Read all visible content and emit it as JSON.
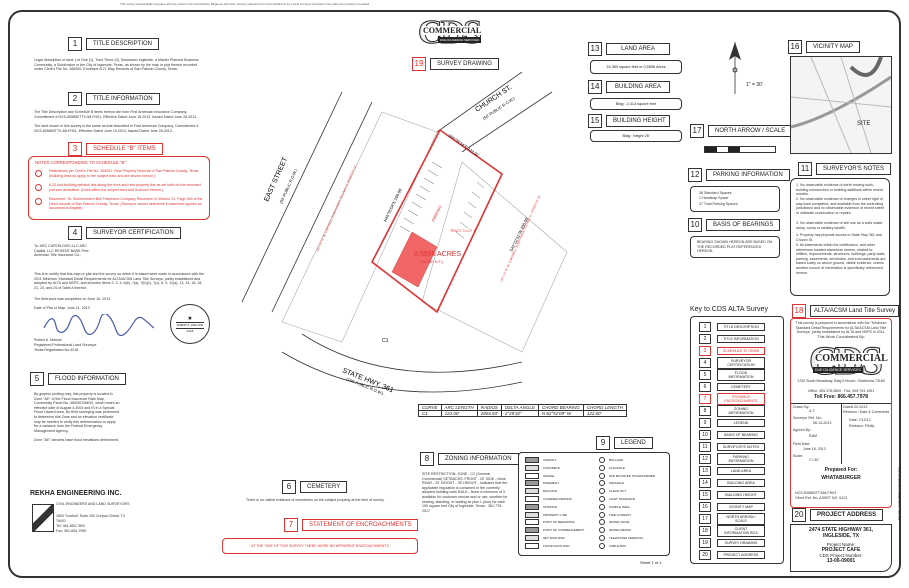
{
  "top_notice": "This survey substantially complies with the current Commercial Due Diligence Services. Survey obtained from and certified to by a land surveyor licensed in the state the property is located.",
  "logo": {
    "letters": "CDS",
    "name": "COMMERCIAL",
    "sub": "DUE DILIGENCE SERVICES"
  },
  "sections": {
    "s1": {
      "num": "1",
      "title": "TITLE DESCRIPTION",
      "text": "Legal description of land: Lot One (1), Tract Three (3), Downtown Ingleside, a Master Planned Business Community, a Subdivision in the City of Ingleside, Texas, as shown by the map or plat thereof recorded under Clerk's File No. 365052, Envelope A-71 Map Records of San Patricio County, Texas."
    },
    "s2": {
      "num": "2",
      "title": "TITLE INFORMATION",
      "text1": "The Title Description and Schedule B items hereon are from First American Insurance Company, Commitment # NCS-605850TTX-68-FH01, Effective Dated June 15,2013, Issued Dated June 26,2013.",
      "text2": "The land shown in this survey is the same as that described in First American Company, Commitment # NCS-605850TTX-68-FH01, Effective Dated June 15,2013, Issued Dated June 26,2013."
    },
    "s3": {
      "num": "3",
      "title": "SCHEDULE \"B\" ITEMS",
      "heading": "NOTES CORRESPONDING TO SCHEDULE \"B\":",
      "items": [
        "Restrictions per Clerk's File No. 365051, Real Property Records of San Patricio County, Texas (Building lines do apply to the subject tract and are shown hereon.)",
        "A 20 foot building setback line along the front and rear property line as set forth on the recorded plat and dedication. (Does affect the subject tract and is shown hereon.)",
        "Easement: To: Southwestern Bell Telephone Company Recorded: in Volume 21, Page 326 of the Deed records of San Patricio County, Texas. (Surveyor cannot determine if easement applies as document is illegible)"
      ]
    },
    "s4": {
      "num": "4",
      "title": "SURVEYOR CERTIFICATION",
      "to": "To: ARC CAFEHLD001,LLC ARC Capital, LLC REGENT BANK First American Title Insurance Co.;",
      "cert": "This is to certify that this map or plat and the survey on which it is based were made in accordance with the 2011 Minimum Standard Detail Requirements for ALTA/ACSM Land Title Surveys, jointly established and adopted by ALTA and NSPS, and includes Items 2, 3, 4, 6(b), 7(a), 7(b)(1), 7(c), 8, 9, 11(a), 13, 14, 16, 18, 21, 23, and 24 of Table A thereof.",
      "field": "The field work was completed on June 16, 2013.",
      "date": "Date of Plat or Map: June 21, 2013",
      "name": "Robert A. Malone",
      "reg": "Registered Professional Land Surveyor",
      "reg_no": "Texas Registration No.4218",
      "seal_name": "ROBERT A. MARLONE",
      "seal_no": "4218"
    },
    "s5": {
      "num": "5",
      "title": "FLOOD INFORMATION",
      "text": "By graphic plotting only, this property is located in Zone \"AE\" of the Flood Insurance Rate Map, Community Panel No. 48409C0540G, which bears an effective date of August 4,2004 and IS in a Special Flood Hazard area. No field surveying was performed to determine this Zone and an elevation certificate may be needed to verify this determination or apply for a variance from the Federal Emergency Management Agency.",
      "note": "Zone \"AE\" denotes base flood elevations determined."
    },
    "s6": {
      "num": "6",
      "title": "CEMETERY",
      "text": "There is no visible evidence of cemeteries on the subject property at the time of survey."
    },
    "s7": {
      "num": "7",
      "title": "STATEMENT OF ENCROACHMENTS",
      "text": "AT THE TIME OF THIS SURVEY THERE WERE NO APPARENT ENCROACHMENTS"
    },
    "s8": {
      "num": "8",
      "title": "ZONING INFORMATION",
      "text": "SITE RESTRICTION: ZONE - C2 (General Commercial)  SETBACKS: FRONT - 20'  SIDE - None  REAR - 20'  HEIGHT - 35'  HEIGHT - indicates that the applicable regulation is contained in the currently adopted building code  BULK - None  A minimum of 3 available for customer service and or use, whether for seating, standing, or waiting as plus 1 (one) for each 100 square feet  City of Ingleside, Texas - 361-776-2517"
    },
    "s9": {
      "num": "9",
      "title": "LEGEND"
    },
    "s10": {
      "num": "10",
      "title": "BASIS OF BEARINGS",
      "text": "BEARING SHOWN HEREON ARE BASED ON THE RECORDED PLAT REFERENCED HEREON."
    },
    "s11": {
      "num": "11",
      "title": "SURVEYOR'S NOTES",
      "notes": [
        "1. No observable evidence of earth moving work, building construction or building additions within recent months.",
        "2. No observable evidence of changes in street right of way lines completed, and available from the controlling jurisdiction and no observable evidence of recent street or sidewalk construction or repairs.",
        "3. No observable evidence of site use as a solid waste dump, sump or sanitary landfill.",
        "4. Property has physical access to State Hwy 361 and Church St.",
        "5. All statements within the certification, and other references located elsewhere hereon, related to: utilities, improvements, structures, buildings, party walls, parking, easements, servitudes, and encroachments are based solely on above ground, visible evidence, unless another source of information is specifically referenced hereon."
      ]
    },
    "s12": {
      "num": "12",
      "title": "PARKING INFORMATION",
      "text1": "36 Standard Spaces",
      "text2": "1 Handicap Space",
      "text3": "37 Total Parking Spaces"
    },
    "s13": {
      "num": "13",
      "title": "LAND AREA",
      "text": "24,380 square feet or 0.5596 Acres"
    },
    "s14": {
      "num": "14",
      "title": "BUILDING AREA",
      "text": "Bldg : 2,413 square feet"
    },
    "s15": {
      "num": "15",
      "title": "BUILDING HEIGHT",
      "text": "Bldg : height 26'"
    },
    "s16": {
      "num": "16",
      "title": "VICINITY MAP",
      "site": "SITE"
    },
    "s17": {
      "num": "17",
      "title": "NORTH ARROW / SCALE",
      "scale": "1\" = 30'"
    },
    "s18": {
      "num": "18",
      "title": "ALTA/ACSM Land Title Survey",
      "intro": "This survey is prepared in accordance with the \"Minimum Standard Detail Requirements for ALTA/ACSM Land Title Surveys\" jointly established by ALTA and NSPS in 2011.",
      "coordinated": "This Work Coordinated By:",
      "address": "1700 South Broadway, Bldg 5 Moore, Oklahoma 73160",
      "phone": "Office: 405.378.0800 · Fax: 405.793.1951",
      "toll": "Toll Free: 866.457.7978"
    },
    "s19": {
      "num": "19",
      "title": "SURVEY DRAWING"
    },
    "s20": {
      "num": "20",
      "title": "PROJECT ADDRESS",
      "address1": "2474 STATE HIGHWAY 361,",
      "address2": "INGLESIDE, TX",
      "proj_name_lbl": "Project Name:",
      "proj_name": "PROJECT CAFE",
      "proj_no_lbl": "CDS Project Number:",
      "proj_no": "13-06-09001"
    }
  },
  "key": {
    "title": "Key to CDS ALTA Survey",
    "items": [
      {
        "n": "1",
        "l": "TITLE DESCRIPTION",
        "red": false
      },
      {
        "n": "2",
        "l": "TITLE INFORMATION",
        "red": false
      },
      {
        "n": "3",
        "l": "SCHEDULE 'B' ITEMS",
        "red": true
      },
      {
        "n": "4",
        "l": "SURVEYOR CERTIFICATION",
        "red": false
      },
      {
        "n": "5",
        "l": "FLOOD INFORMATION",
        "red": false
      },
      {
        "n": "6",
        "l": "CEMETERY",
        "red": false
      },
      {
        "n": "7",
        "l": "POSSIBLE ENCROACHMENTS",
        "red": true
      },
      {
        "n": "8",
        "l": "ZONING INFORMATION",
        "red": false
      },
      {
        "n": "9",
        "l": "LEGEND",
        "red": false
      },
      {
        "n": "10",
        "l": "BASIS OF BEARING",
        "red": false
      },
      {
        "n": "11",
        "l": "SURVEYOR'S NOTES",
        "red": false
      },
      {
        "n": "12",
        "l": "PARKING INFORMATION",
        "red": false
      },
      {
        "n": "13",
        "l": "LAND AREA",
        "red": false
      },
      {
        "n": "14",
        "l": "BUILDING AREA",
        "red": false
      },
      {
        "n": "15",
        "l": "BUILDING HEIGHT",
        "red": false
      },
      {
        "n": "16",
        "l": "VICINITY MAP",
        "red": false
      },
      {
        "n": "17",
        "l": "NORTH ARROW / SCALE",
        "red": false
      },
      {
        "n": "18",
        "l": "CLIENT INFORMATION BOX",
        "red": false
      },
      {
        "n": "19",
        "l": "SURVEY DRAWING",
        "red": false
      },
      {
        "n": "20",
        "l": "PROJECT ADDRESS",
        "red": false
      }
    ]
  },
  "title_block": {
    "drawn_by_lbl": "Drawn By:",
    "drawn_by": "A.T.",
    "date_lbl": "Date:",
    "date": "6-20-2013",
    "surveyor_ref_lbl": "Surveyor Ref. No.:",
    "surveyor_ref": "06-14-2013",
    "revision_lbl": "Revision / Date & Comments",
    "revision_date": "Date: 7/12/13",
    "revision_comment": "Revision: FINAL",
    "agreed_lbl": "Agreed By:",
    "agreed": "RAM",
    "field_lbl": "Field Date:",
    "field": "June 16, 2013",
    "scale_lbl": "Scale:",
    "scale": "1\"=30'",
    "prepared_lbl": "Prepared For:",
    "prepared": "WHATABURGER",
    "ncs": "NCS 605850TTX68-FH01",
    "client_file": "Client Ref. No. ASSET NO. 6113"
  },
  "company": {
    "name": "REKHA ENGINEERING INC.",
    "desc": "CIVIL ENGINEERS AND LAND SURVEYORS",
    "addr": "1800 Turnbull, Suite 100 Corpus Christi, TX 78401",
    "tel": "Tel: 361-854-7800",
    "fax": "Fax: 361-854-7990"
  },
  "curve_table": {
    "headers": [
      "CURVE",
      "ARC LENGTH",
      "RADIUS",
      "DELTA ANGLE",
      "CHORD BEARING",
      "CHORD LENGTH"
    ],
    "rows": [
      [
        "C1",
        "122.00'",
        "2804.93'",
        "2°29'32\"",
        "N 62°51'09\" W",
        "122.00'"
      ]
    ]
  },
  "drawing": {
    "east_street": "EAST STREET",
    "east_street_row": "(50' PUBLIC R.O.W.)",
    "church_st": "CHURCH ST.",
    "church_row": "(50' PUBLIC R.O.W.)",
    "state_hwy": "STATE HWY. 361",
    "hwy_row": "(100' PUBLIC R.O.W.)",
    "acres": "0.5596 ACRES",
    "sqft": "(24,380 S.F.)",
    "tract": "TRACT 3 LOT 1",
    "lot_left": "LOT 14 \"R\" W. CAMPBELL SUBDIVISION VOLUME 11, PAGES 21-22",
    "lot_right": "LOT 13 \"R\" W. CAMPBELL SUBDIVISION VOLUME 11, PAGES 21-22",
    "bearing1": "S55°26'34\"E 122.00'",
    "bearing2": "N45°55'04\"E 200.00'",
    "bearing3": "S42°22'31\"W 200.00'",
    "parking": "PARKING",
    "c1": "C1"
  },
  "legend_items": [
    "ASPHALT",
    "CONCRETE",
    "GRAVEL",
    "PAVEMENT",
    "BUILDING",
    "COVERED PARKING",
    "STRIPING",
    "PROPERTY LINE",
    "POINT OF BEGINNING",
    "POINT OF COMMENCEMENT",
    "SET IRON ROD",
    "FOUND IRON ROD",
    "BOLLARD",
    "FLAGPOLE",
    "PAD MOUNTED TRANSFORMER",
    "MANHOLE",
    "CLEAN OUT",
    "LIGHT STANDARD",
    "SAMPLE WELL",
    "FIRE HYDRANT",
    "WATER VALVE",
    "WATER METER",
    "TELEPHONE PEDESTAL",
    "CABLE BOX"
  ],
  "sheet": "Sheet 1 of 1",
  "side_text": "File Info: 13-06-09001 Ingleside TX.dwg"
}
